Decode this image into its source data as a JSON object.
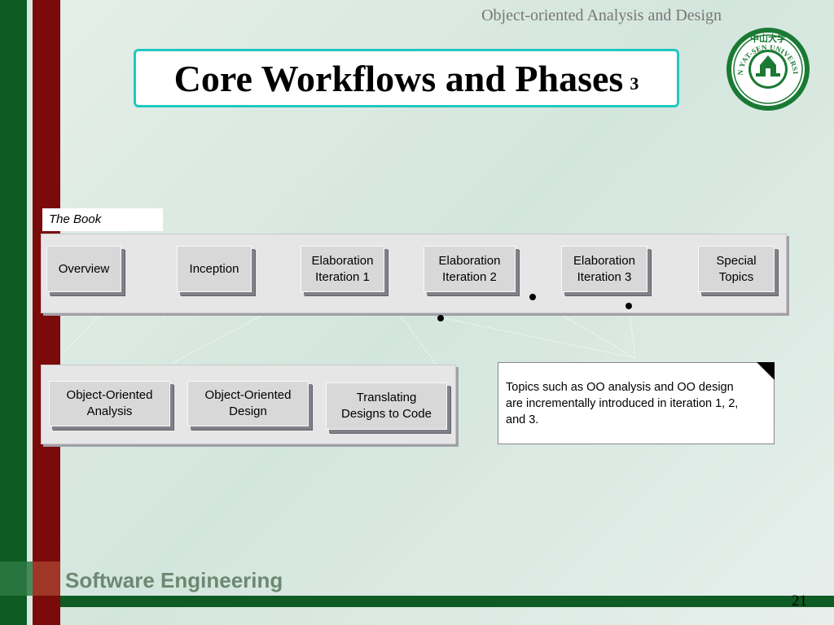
{
  "header": {
    "course_title": "Object-oriented Analysis and Design"
  },
  "slide": {
    "title": "Core Workflows and Phases",
    "title_number": "3"
  },
  "book_label": "The Book",
  "top_row": [
    {
      "label": "Overview"
    },
    {
      "label": "Inception"
    },
    {
      "label": "Elaboration Iteration 1"
    },
    {
      "label": "Elaboration Iteration 2"
    },
    {
      "label": "Elaboration Iteration 3"
    },
    {
      "label": "Special Topics"
    }
  ],
  "bottom_row": [
    {
      "label": "Object-Oriented Analysis"
    },
    {
      "label": "Object-Oriented Design"
    },
    {
      "label": "Translating Designs to Code"
    }
  ],
  "note": {
    "text": "Topics such as OO analysis and OO design are incrementally introduced in iteration 1, 2, and 3."
  },
  "footer": {
    "title": "Software Engineering",
    "page_number": "21"
  },
  "logo": {
    "text": "SUN YAT-SEN UNIVERSITY",
    "chinese": "中山大学",
    "color": "#1a7a33"
  }
}
